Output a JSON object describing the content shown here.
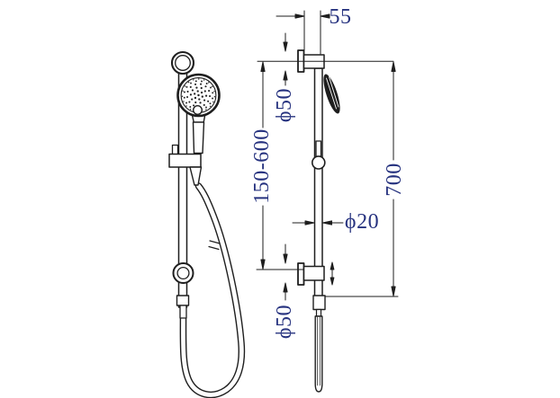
{
  "drawing": {
    "dimensions": {
      "wall_offset": "55",
      "top_escutcheon_diameter": "ϕ50",
      "adjustable_height": "150-600",
      "rail_diameter": "ϕ20",
      "bottom_escutcheon_diameter": "ϕ50",
      "overall_height": "700"
    },
    "colors": {
      "line": "#1e1e1e",
      "dimension_text": "#26327f",
      "background": "#ffffff"
    }
  }
}
